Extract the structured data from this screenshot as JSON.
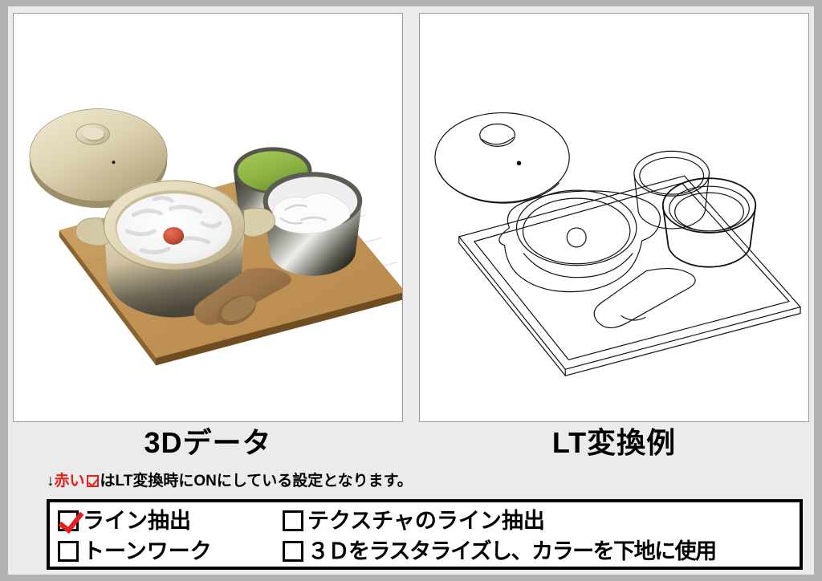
{
  "slide": {
    "background_color": "#ebebeb",
    "outer_border_color": "#b2b2b2"
  },
  "panels": [
    {
      "id": "3d-data",
      "caption": "3Dデータ",
      "kind": "shaded-3d-render",
      "subject": "Japanese meal set: wooden tray with clay pot of rice porridge, green tea cup, rice bowl, pot lid and wooden spoon"
    },
    {
      "id": "lt-conversion",
      "caption": "LT変換例",
      "kind": "line-art-render",
      "subject": "Same meal set rendered as black outline line art"
    }
  ],
  "note": {
    "arrow": "↓",
    "red_text": "赤い",
    "checkbox_color": "#e8201b",
    "rest_text": "はLT変換時にONにしている設定となります。"
  },
  "options": {
    "left_column": [
      {
        "label": "ライン抽出",
        "checked": true
      },
      {
        "label": "トーンワーク",
        "checked": false
      }
    ],
    "right_column": [
      {
        "label": "テクスチャのライン抽出",
        "checked": false
      },
      {
        "label": "３Ｄをラスタライズし、カラーを下地に使用",
        "checked": false
      }
    ]
  },
  "colors": {
    "check_red": "#e8201b",
    "text_black": "#000000",
    "panel_white": "#ffffff",
    "tray_wood": "#c49a5e",
    "pot_beige": "#d8cda8",
    "tea_green": "#8fb84a",
    "umeboshi_red": "#c8503a",
    "bowl_dark": "#3a3a34",
    "spoon_brown": "#9b7347"
  }
}
